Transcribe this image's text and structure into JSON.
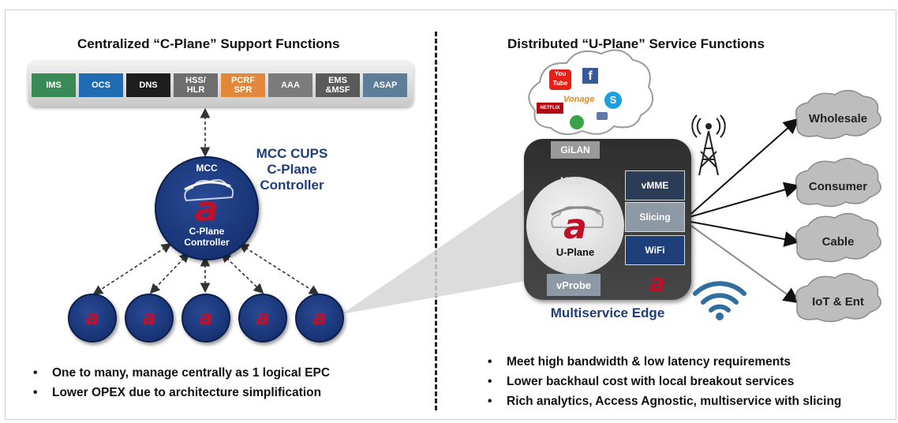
{
  "left_heading": "Centralized “C-Plane” Support Functions",
  "right_heading": "Distributed “U-Plane” Service Functions",
  "support_functions": [
    {
      "label": "IMS",
      "color": "#3a8a55"
    },
    {
      "label": "OCS",
      "color": "#1f6cb5"
    },
    {
      "label": "DNS",
      "color": "#1e1e1e"
    },
    {
      "label": "HSS/\nHLR",
      "color": "#6e6e6e"
    },
    {
      "label": "PCRF\nSPR",
      "color": "#e3873a"
    },
    {
      "label": "AAA",
      "color": "#7b7b7b"
    },
    {
      "label": "EMS\n&MSF",
      "color": "#5a5a5a"
    },
    {
      "label": "ASAP",
      "color": "#5d7d99"
    }
  ],
  "cplane_title": "MCC CUPS\nC-Plane\nController",
  "controller": {
    "top": "MCC",
    "logo": "a",
    "bottom": "C-Plane\nController"
  },
  "small_nodes_logo": "a",
  "left_bullets": [
    "One to many, manage centrally as 1 logical EPC",
    "Lower OPEX due to architecture simplification"
  ],
  "app_cloud_labels": {
    "youtube": "You\nTube",
    "facebook": "f",
    "netflix": "NETFLIX",
    "vonage": "Vonage",
    "skype": "S"
  },
  "edge": {
    "gilan": "GiLAN",
    "mcc": "MCC",
    "logo": "a",
    "uplane": "U-Plane",
    "services": [
      "vMME",
      "Slicing",
      "WiFi"
    ],
    "vprobe": "vProbe",
    "label": "Multiservice Edge"
  },
  "destinations": [
    "Wholesale",
    "Consumer",
    "Cable",
    "IoT & Ent"
  ],
  "right_bullets": [
    "Meet high bandwidth & low latency requirements",
    "Lower backhaul cost with local breakout services",
    "Rich analytics, Access Agnostic, multiservice with slicing"
  ],
  "colors": {
    "accent_blue": "#1f3d7a",
    "logo_red": "#c0102a",
    "wifi_blue": "#2f6e9e"
  }
}
